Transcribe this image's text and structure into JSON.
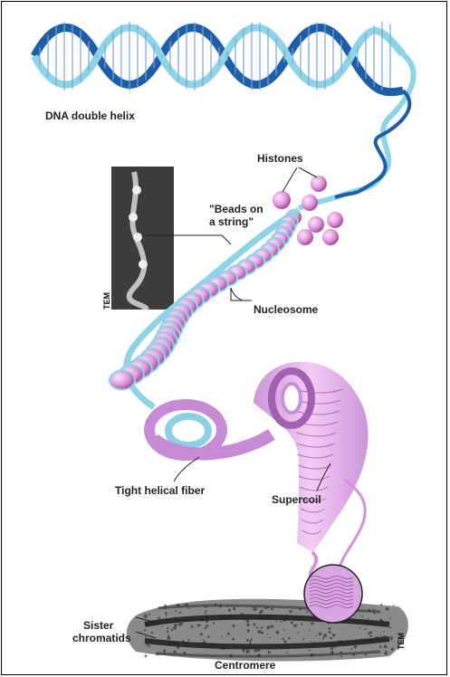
{
  "labels": {
    "dna": "DNA double helix",
    "histones": "Histones",
    "beads_line1": "\"Beads on",
    "beads_line2": "a string\"",
    "nucleosome": "Nucleosome",
    "tight_fiber": "Tight helical fiber",
    "supercoil": "Supercoil",
    "sister_line1": "Sister",
    "sister_line2": "chromatids",
    "centromere": "Centromere",
    "tem_top": "TEM",
    "tem_bottom": "TEM"
  },
  "colors": {
    "dna_dark": "#1d5ea8",
    "dna_light": "#8fd4e6",
    "histone": "#e6a6e0",
    "histone_dark": "#b062b4",
    "supercoil": "#e7b0ea",
    "chromatid": "#3a3a3a"
  }
}
